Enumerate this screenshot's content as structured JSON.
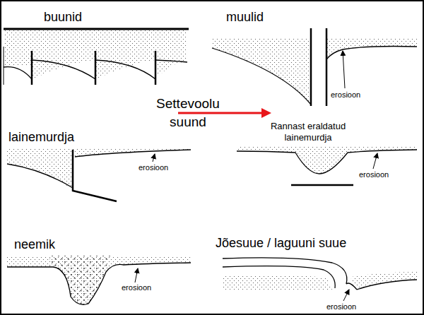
{
  "diagram": {
    "labels": [
      "buunid",
      "muulid",
      "erosioon",
      "Settevoolu suund",
      "lainemurdja",
      "Rannast eraldatud lainemurdja",
      "erosioon",
      "erosioon",
      "neemik",
      "erosioon",
      "Jõesuue / laguuni suue",
      "erosioon"
    ]
  }
}
